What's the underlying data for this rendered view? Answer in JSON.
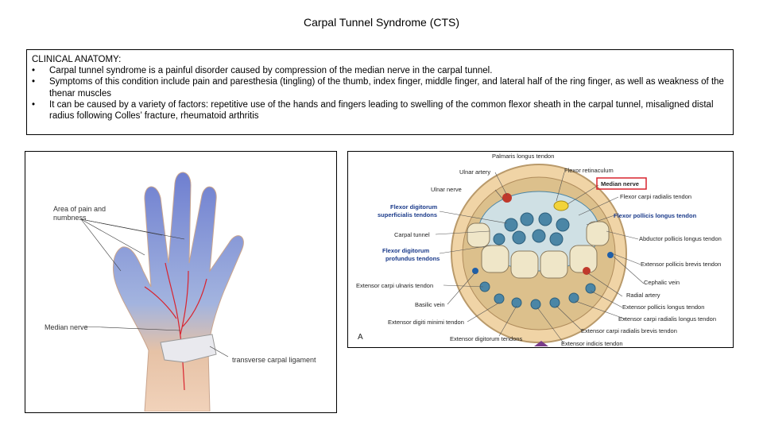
{
  "slide": {
    "title": "Carpal Tunnel Syndrome (CTS)",
    "heading": "CLINICAL ANATOMY:",
    "bullets": [
      "Carpal tunnel syndrome is a painful disorder caused by compression of the median nerve in the carpal tunnel.",
      "Symptoms of this condition include pain and paresthesia (tingling) of the thumb, index finger, middle finger, and lateral half of the ring finger, as well as weakness of the thenar muscles",
      "It can be caused by a variety of factors: repetitive use of the hands and fingers leading to swelling of the common flexor sheath in the carpal tunnel, misaligned distal radius following Colles’ fracture, rheumatoid arthritis"
    ],
    "bullet_symbol": "•"
  },
  "hand_figure": {
    "label_area": "Area of pain and",
    "label_area2": "numbness",
    "label_median": "Median nerve",
    "label_ligament": "transverse carpal ligament"
  },
  "wrist_figure": {
    "top_label": "Palmaris longus tendon",
    "left_labels": [
      "Ulnar artery",
      "Ulnar nerve",
      "Flexor digitorum",
      "superficialis tendons",
      "Carpal tunnel",
      "Flexor digitorum",
      "profundus tendons",
      "Extensor carpi ulnaris tendon",
      "Basilic vein",
      "Extensor digiti minimi tendon",
      "Extensor digitorum tendons"
    ],
    "right_labels": [
      "Flexor retinaculum",
      "Median nerve",
      "Flexor carpi radialis tendon",
      "Flexor pollicis longus tendon",
      "Abductor pollicis longus tendon",
      "Extensor pollicis brevis tendon",
      "Cephalic vein",
      "Radial artery",
      "Extensor pollicis longus tendon",
      "Extensor carpi radialis longus tendon",
      "Extensor carpi radialis brevis tendon",
      "Extensor indicis tendon"
    ],
    "panel_letter": "A"
  },
  "colors": {
    "highlight": "#d9232e",
    "nerve": "#f2d33a",
    "tendon_blue": "#4b86a6",
    "bone": "#efe6c8"
  }
}
